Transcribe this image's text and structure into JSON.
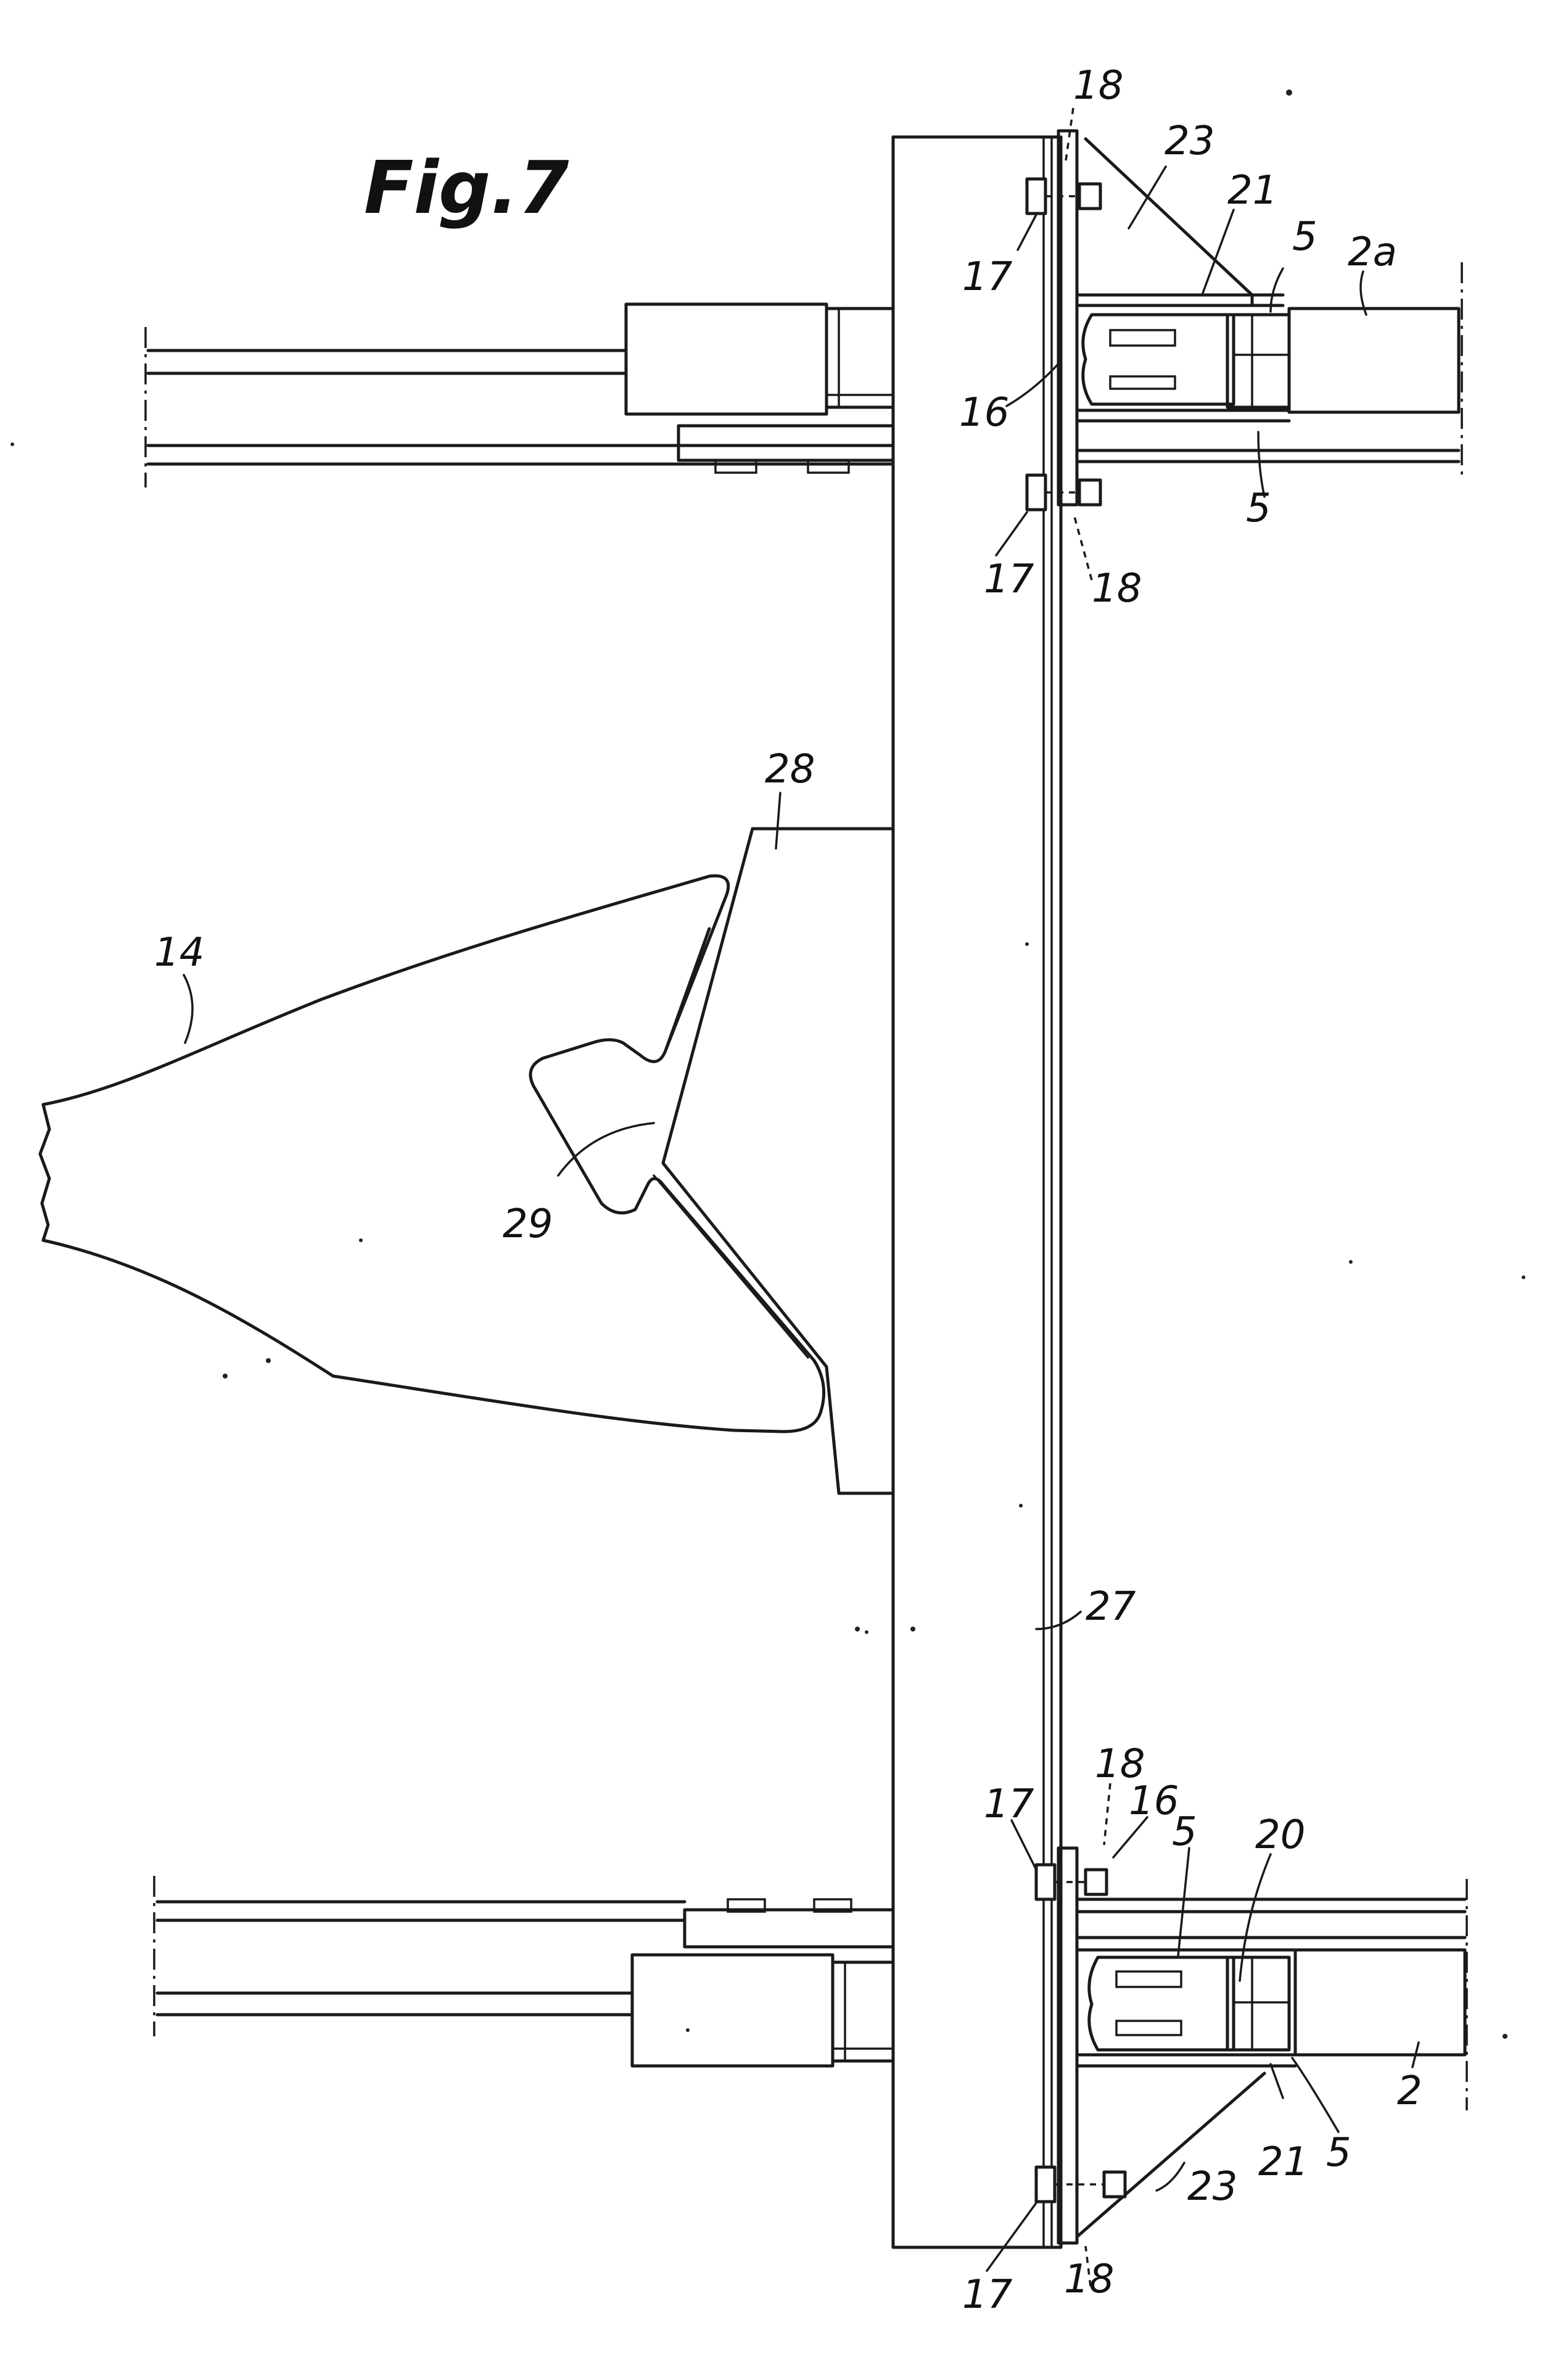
{
  "figure": {
    "title": "Fig.7"
  },
  "labels": {
    "l14": "14",
    "l28": "28",
    "l29": "29",
    "l27": "27",
    "l16_top": "16",
    "l17_top_a": "17",
    "l17_top_b": "17",
    "l18_top_a": "18",
    "l18_top_b": "18",
    "l23_top": "23",
    "l21_top": "21",
    "l5_top_a": "5",
    "l5_top_b": "5",
    "l2a": "2a",
    "l18_bot_a": "18",
    "l16_bot": "16",
    "l17_bot_a": "17",
    "l5_bot_a": "5",
    "l20": "20",
    "l2": "2",
    "l5_bot_b": "5",
    "l21_bot": "21",
    "l23_bot": "23",
    "l17_bot_b": "17",
    "l18_bot_b": "18"
  }
}
